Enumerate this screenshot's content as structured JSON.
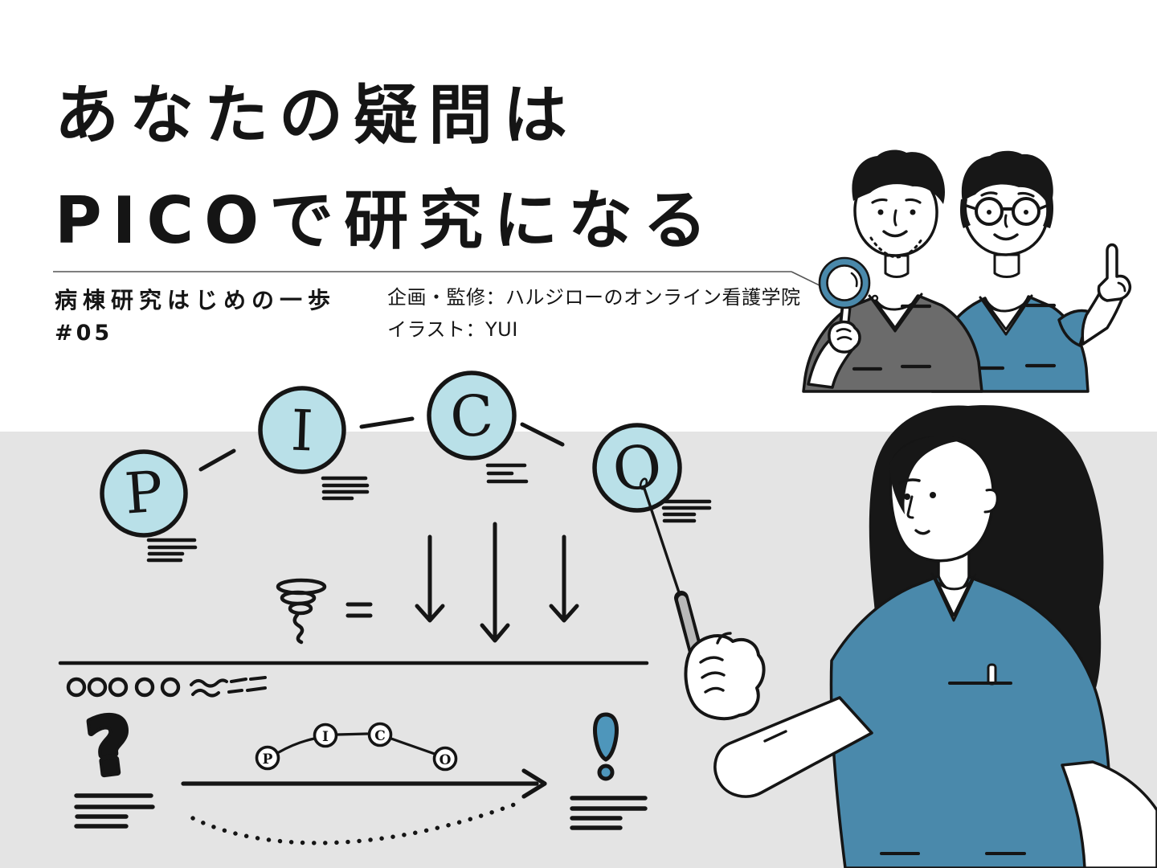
{
  "header": {
    "title_line1": "あなたの疑問は",
    "title_line2": "PICOで研究になる",
    "series_name": "病棟研究はじめの一歩",
    "episode": "#05",
    "credit_line1": "企画・監修：ハルジローのオンライン看護学院",
    "credit_line2": "イラスト：YUI"
  },
  "board": {
    "pico_letters": [
      "P",
      "I",
      "C",
      "O"
    ],
    "mini_pico_letters": [
      "P",
      "I",
      "C",
      "O"
    ],
    "equals_sign": "=",
    "question_mark": "?",
    "exclamation_mark": "!"
  },
  "colors": {
    "board_background": "#e4e4e4",
    "pico_circle_fill": "#b9e0e8",
    "accent_blue": "#4e96bb",
    "scrub_teal": "#4a89ab",
    "scrub_gray": "#6b6b6b",
    "ink": "#151515"
  }
}
